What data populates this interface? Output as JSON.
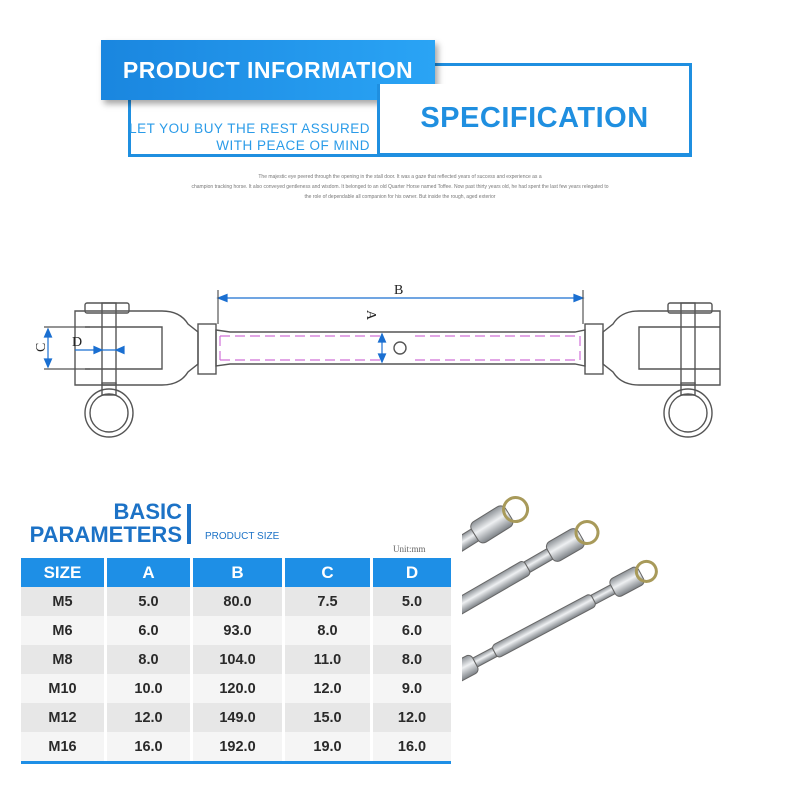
{
  "header": {
    "banner": "PRODUCT INFORMATION",
    "tagline_line1": "LET YOU BUY THE REST ASSURED",
    "tagline_line2": "WITH PEACE OF MIND",
    "spec_title": "SPECIFICATION",
    "fine_text_line1": "The majestic eye peered through the opening in the stall door. It was a gaze that reflected years of success and experience as a",
    "fine_text_line2": "champion tracking horse. It also conveyed gentleness and wisdom. It belonged to an old Quarter Horse named Toffee. Now past thirty years old, he had spent the last few years relegated to",
    "fine_text_line3": "the role of dependable all companion for his owner. But inside the rough, aged exterior"
  },
  "drawing": {
    "label_b": "B",
    "label_a": "A",
    "label_c": "C",
    "label_d": "D",
    "line_color": "#555555",
    "dimension_color": "#1a6fd1",
    "hidden_line_color": "#d070d8"
  },
  "params": {
    "title_line1": "BASIC",
    "title_line2": "PARAMETERS",
    "subtitle": "PRODUCT SIZE",
    "unit": "Unit:mm",
    "columns": [
      "SIZE",
      "A",
      "B",
      "C",
      "D"
    ],
    "rows": [
      [
        "M5",
        "5.0",
        "80.0",
        "7.5",
        "5.0"
      ],
      [
        "M6",
        "6.0",
        "93.0",
        "8.0",
        "6.0"
      ],
      [
        "M8",
        "8.0",
        "104.0",
        "11.0",
        "8.0"
      ],
      [
        "M10",
        "10.0",
        "120.0",
        "12.0",
        "9.0"
      ],
      [
        "M12",
        "12.0",
        "149.0",
        "15.0",
        "12.0"
      ],
      [
        "M16",
        "16.0",
        "192.0",
        "19.0",
        "16.0"
      ]
    ]
  },
  "colors": {
    "accent": "#1e8fe6",
    "title_blue": "#1c72c6",
    "steel": "#b8bcc0"
  }
}
